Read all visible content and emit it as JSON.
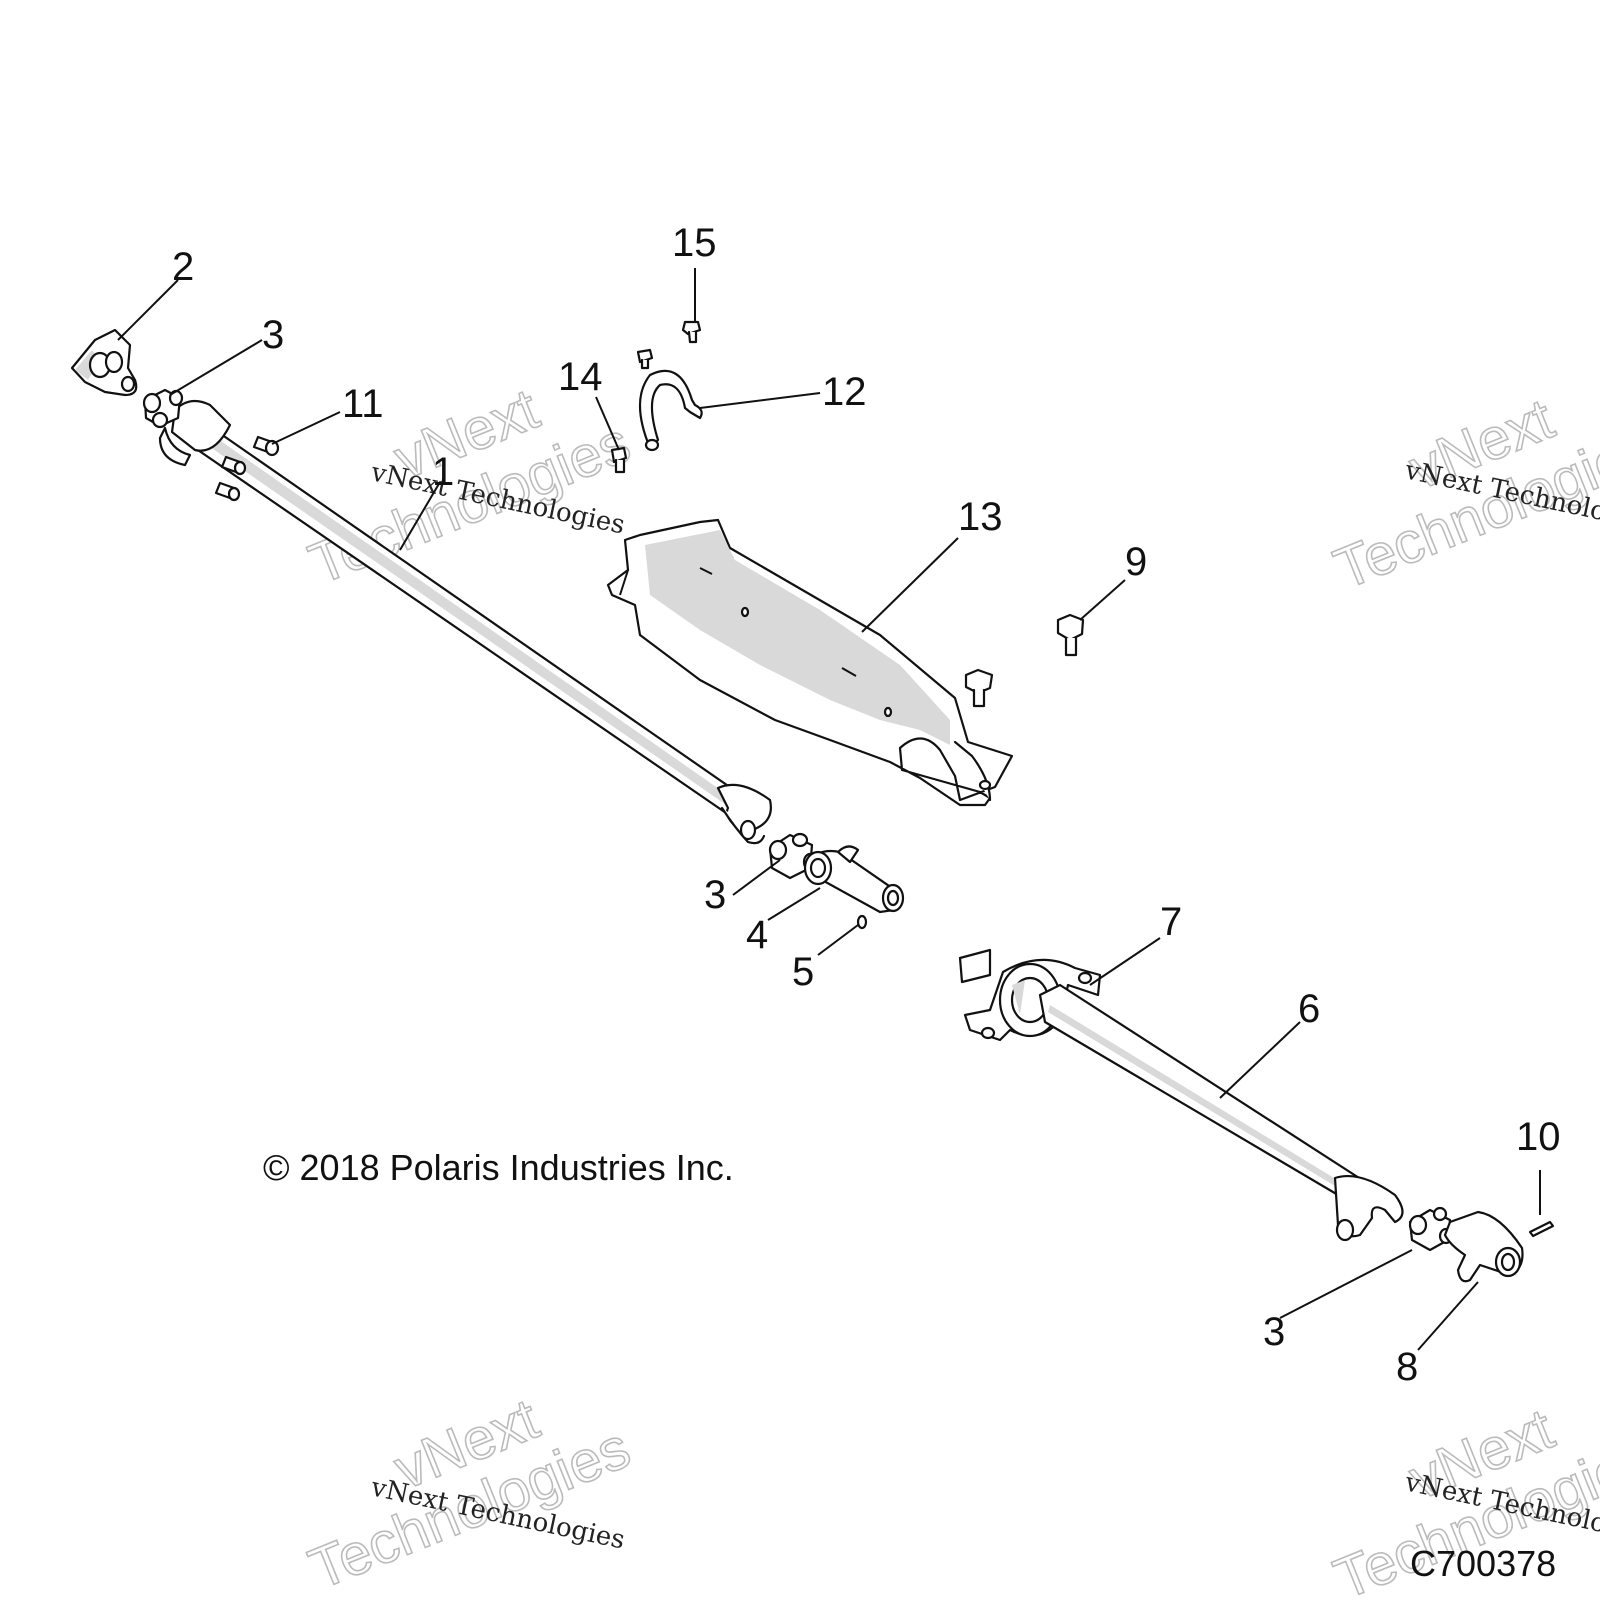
{
  "callouts": {
    "c1": "1",
    "c2": "2",
    "c3a": "3",
    "c3b": "3",
    "c3c": "3",
    "c4": "4",
    "c5": "5",
    "c6": "6",
    "c7": "7",
    "c8": "8",
    "c9": "9",
    "c10": "10",
    "c11": "11",
    "c12": "12",
    "c13": "13",
    "c14": "14",
    "c15": "15"
  },
  "copyright": "© 2018 Polaris Industries Inc.",
  "drawing_code": "C700378",
  "watermark": {
    "brand": "vNext",
    "word": "Technologies",
    "line": "vNext Technologies"
  }
}
